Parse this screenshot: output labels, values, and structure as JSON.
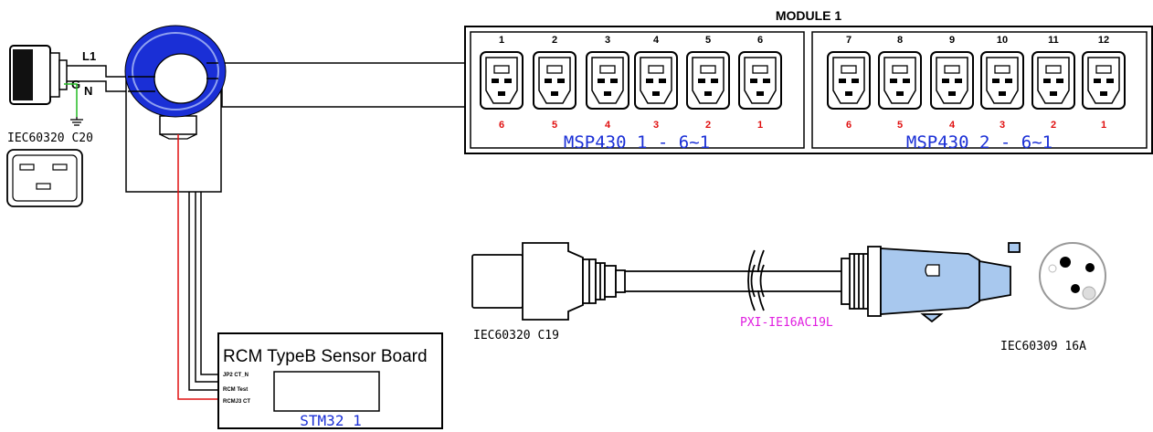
{
  "module": {
    "title": "MODULE 1",
    "banks": [
      {
        "top_numbers": [
          "1",
          "2",
          "3",
          "4",
          "5",
          "6"
        ],
        "bottom_numbers": [
          "6",
          "5",
          "4",
          "3",
          "2",
          "1"
        ],
        "label": "MSP430 1 - 6~1"
      },
      {
        "top_numbers": [
          "7",
          "8",
          "9",
          "10",
          "11",
          "12"
        ],
        "bottom_numbers": [
          "6",
          "5",
          "4",
          "3",
          "2",
          "1"
        ],
        "label": "MSP430 2 - 6~1"
      }
    ]
  },
  "inlet": {
    "label": "IEC60320 C20",
    "l1": "L1",
    "g": "G",
    "n": "N"
  },
  "sensor_board": {
    "title": "RCM TypeB Sensor Board",
    "pins": [
      "JP2 CT_N",
      "RCM Test",
      "RCMJ3 CT"
    ],
    "mcu": "STM32 1"
  },
  "cable": {
    "c19_label": "IEC60320 C19",
    "part_label": "PXI-IE16AC19L",
    "plug_label": "IEC60309 16A"
  },
  "colors": {
    "line": "#000000",
    "ct_ring": "#1a2fd6",
    "ct_wire": "#e01010",
    "numbers_red": "#e01010",
    "label_blue": "#1a2fd6",
    "part_magenta": "#e020e0",
    "ground_green": "#22bb22",
    "plug_blue": "#a8c8ee"
  }
}
